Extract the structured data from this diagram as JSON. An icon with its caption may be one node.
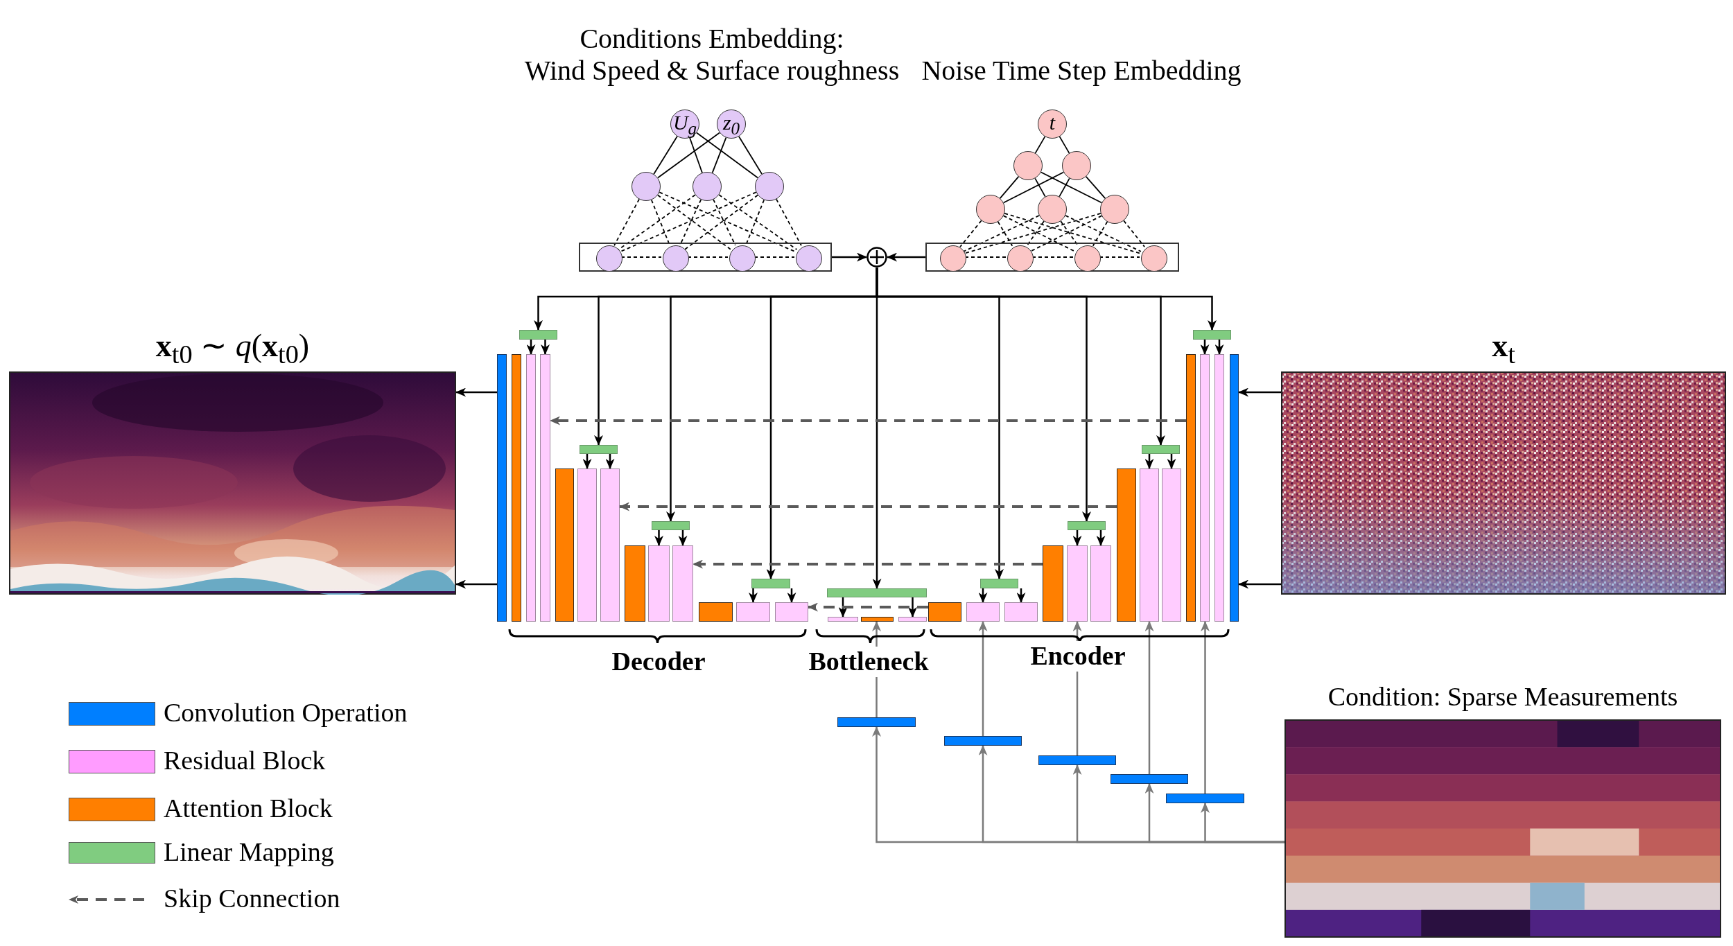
{
  "diagram": {
    "nodes": [
      {
        "text": [
          "U$_{g}$"
        ]
      },
      {
        "text": [
          "z$_{0}$"
        ]
      },
      {
        "text": [],
        "shape": "circle"
      },
      {
        "text": [],
        "shape": "circle"
      },
      {
        "text": [],
        "shape": "circle"
      },
      {
        "text": [],
        "shape": "box"
      },
      {
        "text": [],
        "shape": "circle",
        "in": 5
      },
      {
        "text": [],
        "shape": "circle",
        "in": 5
      },
      {
        "text": [],
        "shape": "circle",
        "in": 5
      },
      {
        "text": [],
        "shape": "circle",
        "in": 5
      },
      {
        "text": [
          "t"
        ]
      },
      {
        "text": [],
        "shape": "circle"
      },
      {
        "text": [],
        "shape": "circle"
      },
      {
        "text": [],
        "shape": "circle"
      },
      {
        "text": [],
        "shape": "circle"
      },
      {
        "text": [],
        "shape": "circle"
      },
      {
        "text": [],
        "shape": "box"
      },
      {
        "text": [],
        "shape": "circle",
        "in": 16
      },
      {
        "text": [],
        "shape": "circle",
        "in": 16
      },
      {
        "text": [],
        "shape": "circle",
        "in": 16
      },
      {
        "text": [],
        "shape": "circle",
        "in": 16
      },
      {
        "text": [],
        "shape": "circle"
      },
      {
        "text": [
          "**x**$_{t0}$ ∼ *q*(**x**$_{t0}$)"
        ]
      },
      {
        "text": [
          "**x**$_{t}$"
        ]
      },
      {
        "text": [
          "Condition: Sparse Measurements"
        ]
      },
      {
        "text": [],
        "shape": "box"
      },
      {
        "text": [],
        "shape": "box"
      },
      {
        "text": [],
        "shape": "box"
      },
      {
        "text": [],
        "shape": "box"
      },
      {
        "text": [],
        "shape": "box"
      },
      {
        "text": [],
        "shape": "box"
      },
      {
        "text": [],
        "shape": "box"
      },
      {
        "text": [],
        "shape": "box"
      },
      {
        "text": [],
        "shape": "box"
      },
      {
        "text": [],
        "shape": "box"
      },
      {
        "text": [],
        "shape": "box"
      },
      {
        "text": [],
        "shape": "box"
      },
      {
        "text": [],
        "shape": "box"
      },
      {
        "text": [],
        "shape": "box"
      },
      {
        "text": [],
        "shape": "box"
      },
      {
        "text": [],
        "shape": "box"
      },
      {
        "text": [],
        "shape": "box"
      },
      {
        "text": [],
        "shape": "box"
      },
      {
        "text": [],
        "shape": "box"
      },
      {
        "text": [],
        "shape": "box"
      },
      {
        "text": [],
        "shape": "box"
      },
      {
        "text": [],
        "shape": "box"
      },
      {
        "text": [],
        "shape": "box"
      },
      {
        "text": [],
        "shape": "box"
      },
      {
        "text": [],
        "shape": "box"
      },
      {
        "text": [],
        "shape": "box"
      },
      {
        "text": [],
        "shape": "box"
      },
      {
        "text": [],
        "shape": "box"
      },
      {
        "text": [],
        "shape": "box"
      },
      {
        "text": [],
        "shape": "box"
      },
      {
        "text": [],
        "shape": "box"
      },
      {
        "text": [],
        "shape": "box"
      },
      {
        "text": [],
        "shape": "box"
      },
      {
        "text": [],
        "shape": "box"
      },
      {
        "text": [],
        "shape": "box"
      },
      {
        "text": [],
        "shape": "box"
      },
      {
        "text": [],
        "shape": "box"
      },
      {
        "text": [],
        "shape": "box"
      },
      {
        "text": [],
        "shape": "box"
      },
      {
        "text": [],
        "shape": "box"
      },
      {
        "text": [],
        "shape": "box"
      },
      {
        "text": [],
        "shape": "box"
      },
      {
        "text": [],
        "shape": "box"
      }
    ],
    "edges": [
      {
        "from": 0,
        "to": 2,
        "arrow": "none"
      },
      {
        "from": 0,
        "to": 3,
        "arrow": "none"
      },
      {
        "from": 0,
        "to": 4,
        "arrow": "none"
      },
      {
        "from": 1,
        "to": 2,
        "arrow": "none"
      },
      {
        "from": 1,
        "to": 3,
        "arrow": "none"
      },
      {
        "from": 1,
        "to": 4,
        "arrow": "none"
      },
      {
        "from": 2,
        "to": 6,
        "arrow": "none",
        "style": "dashed"
      },
      {
        "from": 2,
        "to": 7,
        "arrow": "none",
        "style": "dashed"
      },
      {
        "from": 2,
        "to": 8,
        "arrow": "none",
        "style": "dashed"
      },
      {
        "from": 2,
        "to": 9,
        "arrow": "none",
        "style": "dashed"
      },
      {
        "from": 3,
        "to": 6,
        "arrow": "none",
        "style": "dashed"
      },
      {
        "from": 3,
        "to": 7,
        "arrow": "none",
        "style": "dashed"
      },
      {
        "from": 3,
        "to": 8,
        "arrow": "none",
        "style": "dashed"
      },
      {
        "from": 3,
        "to": 9,
        "arrow": "none",
        "style": "dashed"
      },
      {
        "from": 4,
        "to": 6,
        "arrow": "none",
        "style": "dashed"
      },
      {
        "from": 4,
        "to": 7,
        "arrow": "none",
        "style": "dashed"
      },
      {
        "from": 4,
        "to": 8,
        "arrow": "none",
        "style": "dashed"
      },
      {
        "from": 4,
        "to": 9,
        "arrow": "none",
        "style": "dashed"
      },
      {
        "from": 6,
        "to": 7,
        "arrow": "none",
        "style": "dashed"
      },
      {
        "from": 7,
        "to": 8,
        "arrow": "none",
        "style": "dashed"
      },
      {
        "from": 8,
        "to": 9,
        "arrow": "none",
        "style": "dashed"
      },
      {
        "from": 10,
        "to": 11,
        "arrow": "none"
      },
      {
        "from": 10,
        "to": 12,
        "arrow": "none"
      },
      {
        "from": 11,
        "to": 13,
        "arrow": "none"
      },
      {
        "from": 11,
        "to": 14,
        "arrow": "none"
      },
      {
        "from": 11,
        "to": 15,
        "arrow": "none"
      },
      {
        "from": 12,
        "to": 13,
        "arrow": "none"
      },
      {
        "from": 12,
        "to": 14,
        "arrow": "none"
      },
      {
        "from": 12,
        "to": 15,
        "arrow": "none"
      },
      {
        "from": 13,
        "to": 17,
        "arrow": "none",
        "style": "dashed"
      },
      {
        "from": 13,
        "to": 18,
        "arrow": "none",
        "style": "dashed"
      },
      {
        "from": 13,
        "to": 19,
        "arrow": "none",
        "style": "dashed"
      },
      {
        "from": 13,
        "to": 20,
        "arrow": "none",
        "style": "dashed"
      },
      {
        "from": 14,
        "to": 17,
        "arrow": "none",
        "style": "dashed"
      },
      {
        "from": 14,
        "to": 18,
        "arrow": "none",
        "style": "dashed"
      },
      {
        "from": 14,
        "to": 19,
        "arrow": "none",
        "style": "dashed"
      },
      {
        "from": 14,
        "to": 20,
        "arrow": "none",
        "style": "dashed"
      },
      {
        "from": 15,
        "to": 17,
        "arrow": "none",
        "style": "dashed"
      },
      {
        "from": 15,
        "to": 18,
        "arrow": "none",
        "style": "dashed"
      },
      {
        "from": 15,
        "to": 19,
        "arrow": "none",
        "style": "dashed"
      },
      {
        "from": 15,
        "to": 20,
        "arrow": "none",
        "style": "dashed"
      },
      {
        "from": 17,
        "to": 18,
        "arrow": "none",
        "style": "dashed"
      },
      {
        "from": 18,
        "to": 19,
        "arrow": "none",
        "style": "dashed"
      },
      {
        "from": 19,
        "to": 20,
        "arrow": "none",
        "style": "dashed"
      },
      {
        "from": 5,
        "to": 21,
        "arrow": "to"
      },
      {
        "from": 16,
        "to": 21,
        "arrow": "to"
      },
      {
        "from": 21,
        "to": 29,
        "arrow": "to"
      },
      {
        "from": 21,
        "to": 33,
        "arrow": "to"
      },
      {
        "from": 21,
        "to": 37,
        "arrow": "to"
      },
      {
        "from": 21,
        "to": 41,
        "arrow": "to"
      },
      {
        "from": 21,
        "to": 42,
        "arrow": "to"
      },
      {
        "from": 21,
        "to": 49,
        "arrow": "to"
      },
      {
        "from": 21,
        "to": 53,
        "arrow": "to"
      },
      {
        "from": 21,
        "to": 57,
        "arrow": "to"
      },
      {
        "from": 21,
        "to": 61,
        "arrow": "to"
      },
      {
        "from": 29,
        "to": 27,
        "arrow": "to"
      },
      {
        "from": 29,
        "to": 28,
        "arrow": "to"
      },
      {
        "from": 33,
        "to": 31,
        "arrow": "to"
      },
      {
        "from": 33,
        "to": 32,
        "arrow": "to"
      },
      {
        "from": 37,
        "to": 35,
        "arrow": "to"
      },
      {
        "from": 37,
        "to": 36,
        "arrow": "to"
      },
      {
        "from": 41,
        "to": 39,
        "arrow": "to"
      },
      {
        "from": 41,
        "to": 40,
        "arrow": "to"
      },
      {
        "from": 42,
        "to": 43,
        "arrow": "to"
      },
      {
        "from": 42,
        "to": 45,
        "arrow": "to"
      },
      {
        "from": 49,
        "to": 47,
        "arrow": "to"
      },
      {
        "from": 49,
        "to": 48,
        "arrow": "to"
      },
      {
        "from": 53,
        "to": 51,
        "arrow": "to"
      },
      {
        "from": 53,
        "to": 52,
        "arrow": "to"
      },
      {
        "from": 57,
        "to": 55,
        "arrow": "to"
      },
      {
        "from": 57,
        "to": 56,
        "arrow": "to"
      },
      {
        "from": 61,
        "to": 59,
        "arrow": "to"
      },
      {
        "from": 61,
        "to": 60,
        "arrow": "to"
      },
      {
        "from": 58,
        "to": 28,
        "arrow": "to",
        "style": "dashed",
        "color": "#5a5a5a"
      },
      {
        "from": 54,
        "to": 32,
        "arrow": "to",
        "style": "dashed",
        "color": "#5a5a5a"
      },
      {
        "from": 50,
        "to": 36,
        "arrow": "to",
        "style": "dashed",
        "color": "#5a5a5a"
      },
      {
        "from": 46,
        "to": 40,
        "arrow": "to",
        "style": "dashed",
        "color": "#5a5a5a"
      },
      {
        "from": 25,
        "to": 22,
        "arrow": "to"
      },
      {
        "from": 25,
        "to": 22,
        "arrow": "to"
      },
      {
        "from": 23,
        "to": 62,
        "arrow": "to"
      },
      {
        "from": 23,
        "to": 62,
        "arrow": "to"
      },
      {
        "from": 24,
        "to": 63,
        "arrow": "to",
        "color": "#7a7a7a"
      },
      {
        "from": 24,
        "to": 64,
        "arrow": "to",
        "color": "#7a7a7a"
      },
      {
        "from": 24,
        "to": 65,
        "arrow": "to",
        "color": "#7a7a7a"
      },
      {
        "from": 24,
        "to": 66,
        "arrow": "to",
        "color": "#7a7a7a"
      },
      {
        "from": 24,
        "to": 67,
        "arrow": "to",
        "color": "#7a7a7a"
      },
      {
        "from": 63,
        "to": 44,
        "arrow": "to",
        "color": "#7a7a7a"
      },
      {
        "from": 64,
        "to": 47,
        "arrow": "to",
        "color": "#7a7a7a"
      },
      {
        "from": 65,
        "to": 51,
        "arrow": "to",
        "color": "#7a7a7a"
      },
      {
        "from": 66,
        "to": 55,
        "arrow": "to",
        "color": "#7a7a7a"
      },
      {
        "from": 67,
        "to": 59,
        "arrow": "to",
        "color": "#7a7a7a"
      }
    ],
    "labels": [
      "Conditions Embedding:",
      "Wind Speed & Surface roughness",
      "Noise Time Step Embedding",
      "Decoder",
      "Bottleneck",
      "Encoder"
    ],
    "legend": [
      {
        "text": "Convolution Operation",
        "color": "#007fff"
      },
      {
        "text": "Residual Block",
        "color": "#ff9cff"
      },
      {
        "text": "Attention Block",
        "color": "#ff7f00"
      },
      {
        "text": "Linear Mapping",
        "color": "#80cc80"
      },
      {
        "text": "Skip Connection"
      }
    ]
  }
}
